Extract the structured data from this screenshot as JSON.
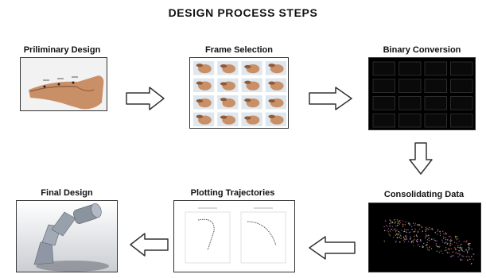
{
  "title": "DESIGN PROCESS STEPS",
  "steps": [
    {
      "label": "Priliminary Design"
    },
    {
      "label": "Frame Selection"
    },
    {
      "label": "Binary Conversion"
    },
    {
      "label": "Consolidating Data"
    },
    {
      "label": "Plotting Trajectories"
    },
    {
      "label": "Final Design"
    }
  ],
  "colors": {
    "arrow_fill": "#ffffff",
    "arrow_stroke": "#333333",
    "binary_bg": "#000000",
    "binary_cell": "#0a0a0a",
    "binary_grid": "#2b2b2b",
    "skin": "#c98f66",
    "skin_dark": "#8d5a3a",
    "render_gray": "#8e97a3"
  },
  "icons": [
    "hand-photo",
    "frame-grid",
    "binary-grid",
    "scatter-cloud",
    "trajectory-plot",
    "finger-model-render",
    "hollow-arrow-right",
    "hollow-arrow-down",
    "hollow-arrow-left"
  ]
}
